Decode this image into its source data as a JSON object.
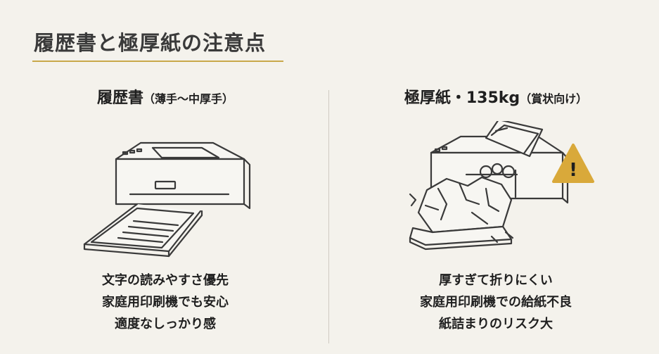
{
  "title": "履歴書と極厚紙の注意点",
  "left": {
    "heading": "履歴書",
    "subheading": "（薄手〜中厚手）",
    "points": [
      "文字の読みやすさ優先",
      "家庭用印刷機でも安心",
      "適度なしっかり感"
    ]
  },
  "right": {
    "heading": "極厚紙・135kg",
    "subheading": "（賞状向け）",
    "warning_symbol": "!",
    "points": [
      "厚すぎて折りにくい",
      "家庭用印刷機での給紙不良",
      "紙詰まりのリスク大"
    ]
  },
  "colors": {
    "accent": "#c9a94b",
    "warning": "#d9a93a",
    "background": "#f4f2ec",
    "line": "#3a3a3a"
  },
  "icons": [
    "printer-icon",
    "jammed-printer-icon",
    "warning-icon"
  ]
}
